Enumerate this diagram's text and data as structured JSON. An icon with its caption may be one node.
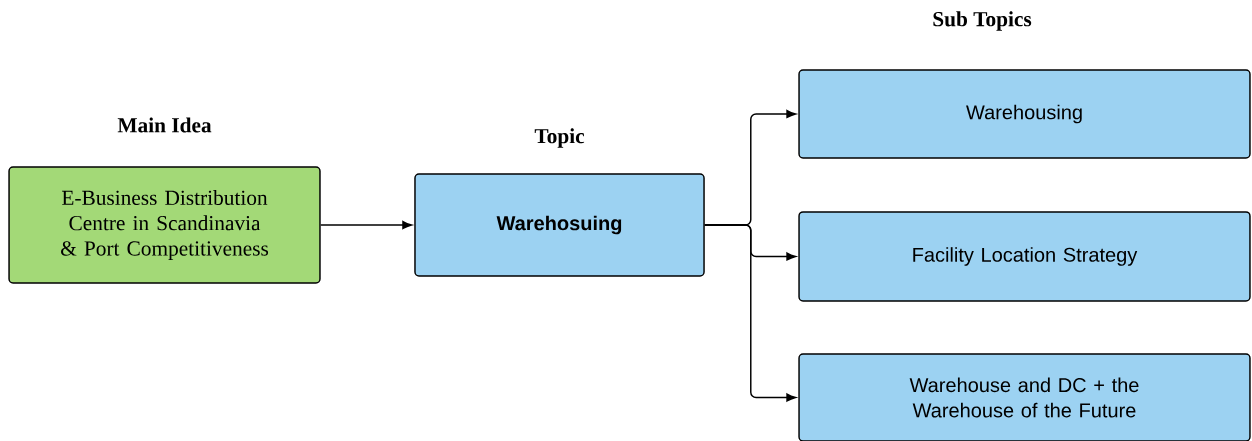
{
  "diagram": {
    "nodes": [
      {
        "text": [
          "Main Idea",
          "E-Business Distribution Centre in Scandinavia & Port Competitiveness"
        ]
      },
      {
        "text": [
          "Topic",
          "Warehosuing"
        ]
      },
      {
        "text": [
          "Warehousing"
        ]
      },
      {
        "text": [
          "Facility Location Strategy"
        ]
      },
      {
        "text": [
          "Warehouse and DC + the Warehouse of the Future"
        ]
      }
    ],
    "edges": [
      {
        "from": 0,
        "to": 1,
        "arrow": "to"
      },
      {
        "from": 1,
        "to": 2,
        "arrow": "to"
      },
      {
        "from": 1,
        "to": 3,
        "arrow": "to"
      },
      {
        "from": 1,
        "to": 4,
        "arrow": "to"
      }
    ],
    "labels": [
      "Sub Topics"
    ]
  }
}
